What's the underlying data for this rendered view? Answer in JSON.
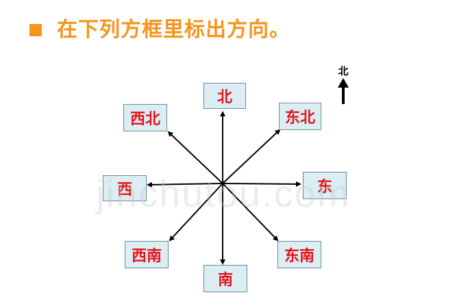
{
  "title": {
    "text": "在下列方框里标出方向。",
    "bullet_color": "#f7941d",
    "color": "#f7941d"
  },
  "compass_indicator": {
    "label": "北",
    "icon": "up-arrow-icon"
  },
  "boxes": {
    "north": "北",
    "northwest": "西北",
    "northeast": "东北",
    "west": "西",
    "east": "东",
    "southwest": "西南",
    "south": "南",
    "southeast": "东南"
  },
  "colors": {
    "box_fill": "#daeef3",
    "box_border": "#6d8a96",
    "label_text": "#e8101a",
    "arrow": "#000000"
  },
  "watermark": "jinchutou.com"
}
